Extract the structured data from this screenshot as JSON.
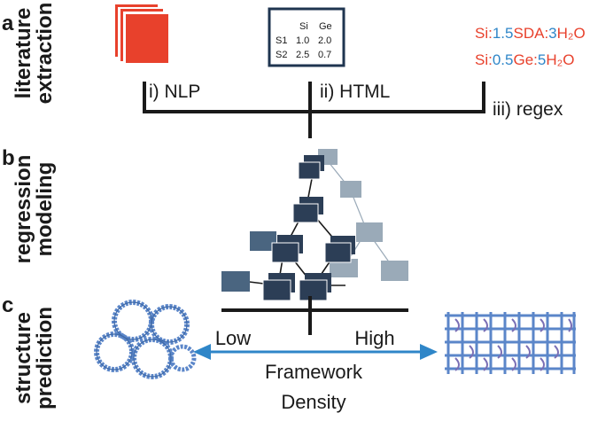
{
  "panels": {
    "a": {
      "letter": "a",
      "side_label_line1": "literature",
      "side_label_line2": "extraction",
      "table": {
        "headers": [
          "",
          "Si",
          "Ge"
        ],
        "rows": [
          [
            "S1",
            "1.0",
            "2.0"
          ],
          [
            "S2",
            "2.5",
            "0.7"
          ]
        ]
      },
      "formula1": {
        "si": "Si:",
        "n1": "1.5",
        "sda": "SDA:",
        "n2": "3",
        "h2o": "H₂O"
      },
      "formula2": {
        "si": "Si:",
        "n1": "0.5",
        "ge": "Ge:",
        "n2": "5",
        "h2o": "H₂O"
      },
      "methods": [
        "i) NLP",
        "ii) HTML",
        "iii) regex"
      ]
    },
    "b": {
      "letter": "b",
      "side_label_line1": "regression",
      "side_label_line2": "modeling"
    },
    "c": {
      "letter": "c",
      "side_label_line1": "structure",
      "side_label_line2": "prediction",
      "low_label": "Low",
      "high_label": "High",
      "axis_label_line1": "Framework",
      "axis_label_line2": "Density"
    }
  },
  "colors": {
    "red": "#e8412c",
    "blue": "#2f86c8",
    "arrow_blue": "#2f86c8",
    "dark_node": "#2c3e56",
    "mid_node": "#4a6580",
    "light_node": "#9aaab8",
    "black": "#1a1a1a",
    "structure_blue": "#5b86c9",
    "structure_purple": "#7a6fb5"
  }
}
